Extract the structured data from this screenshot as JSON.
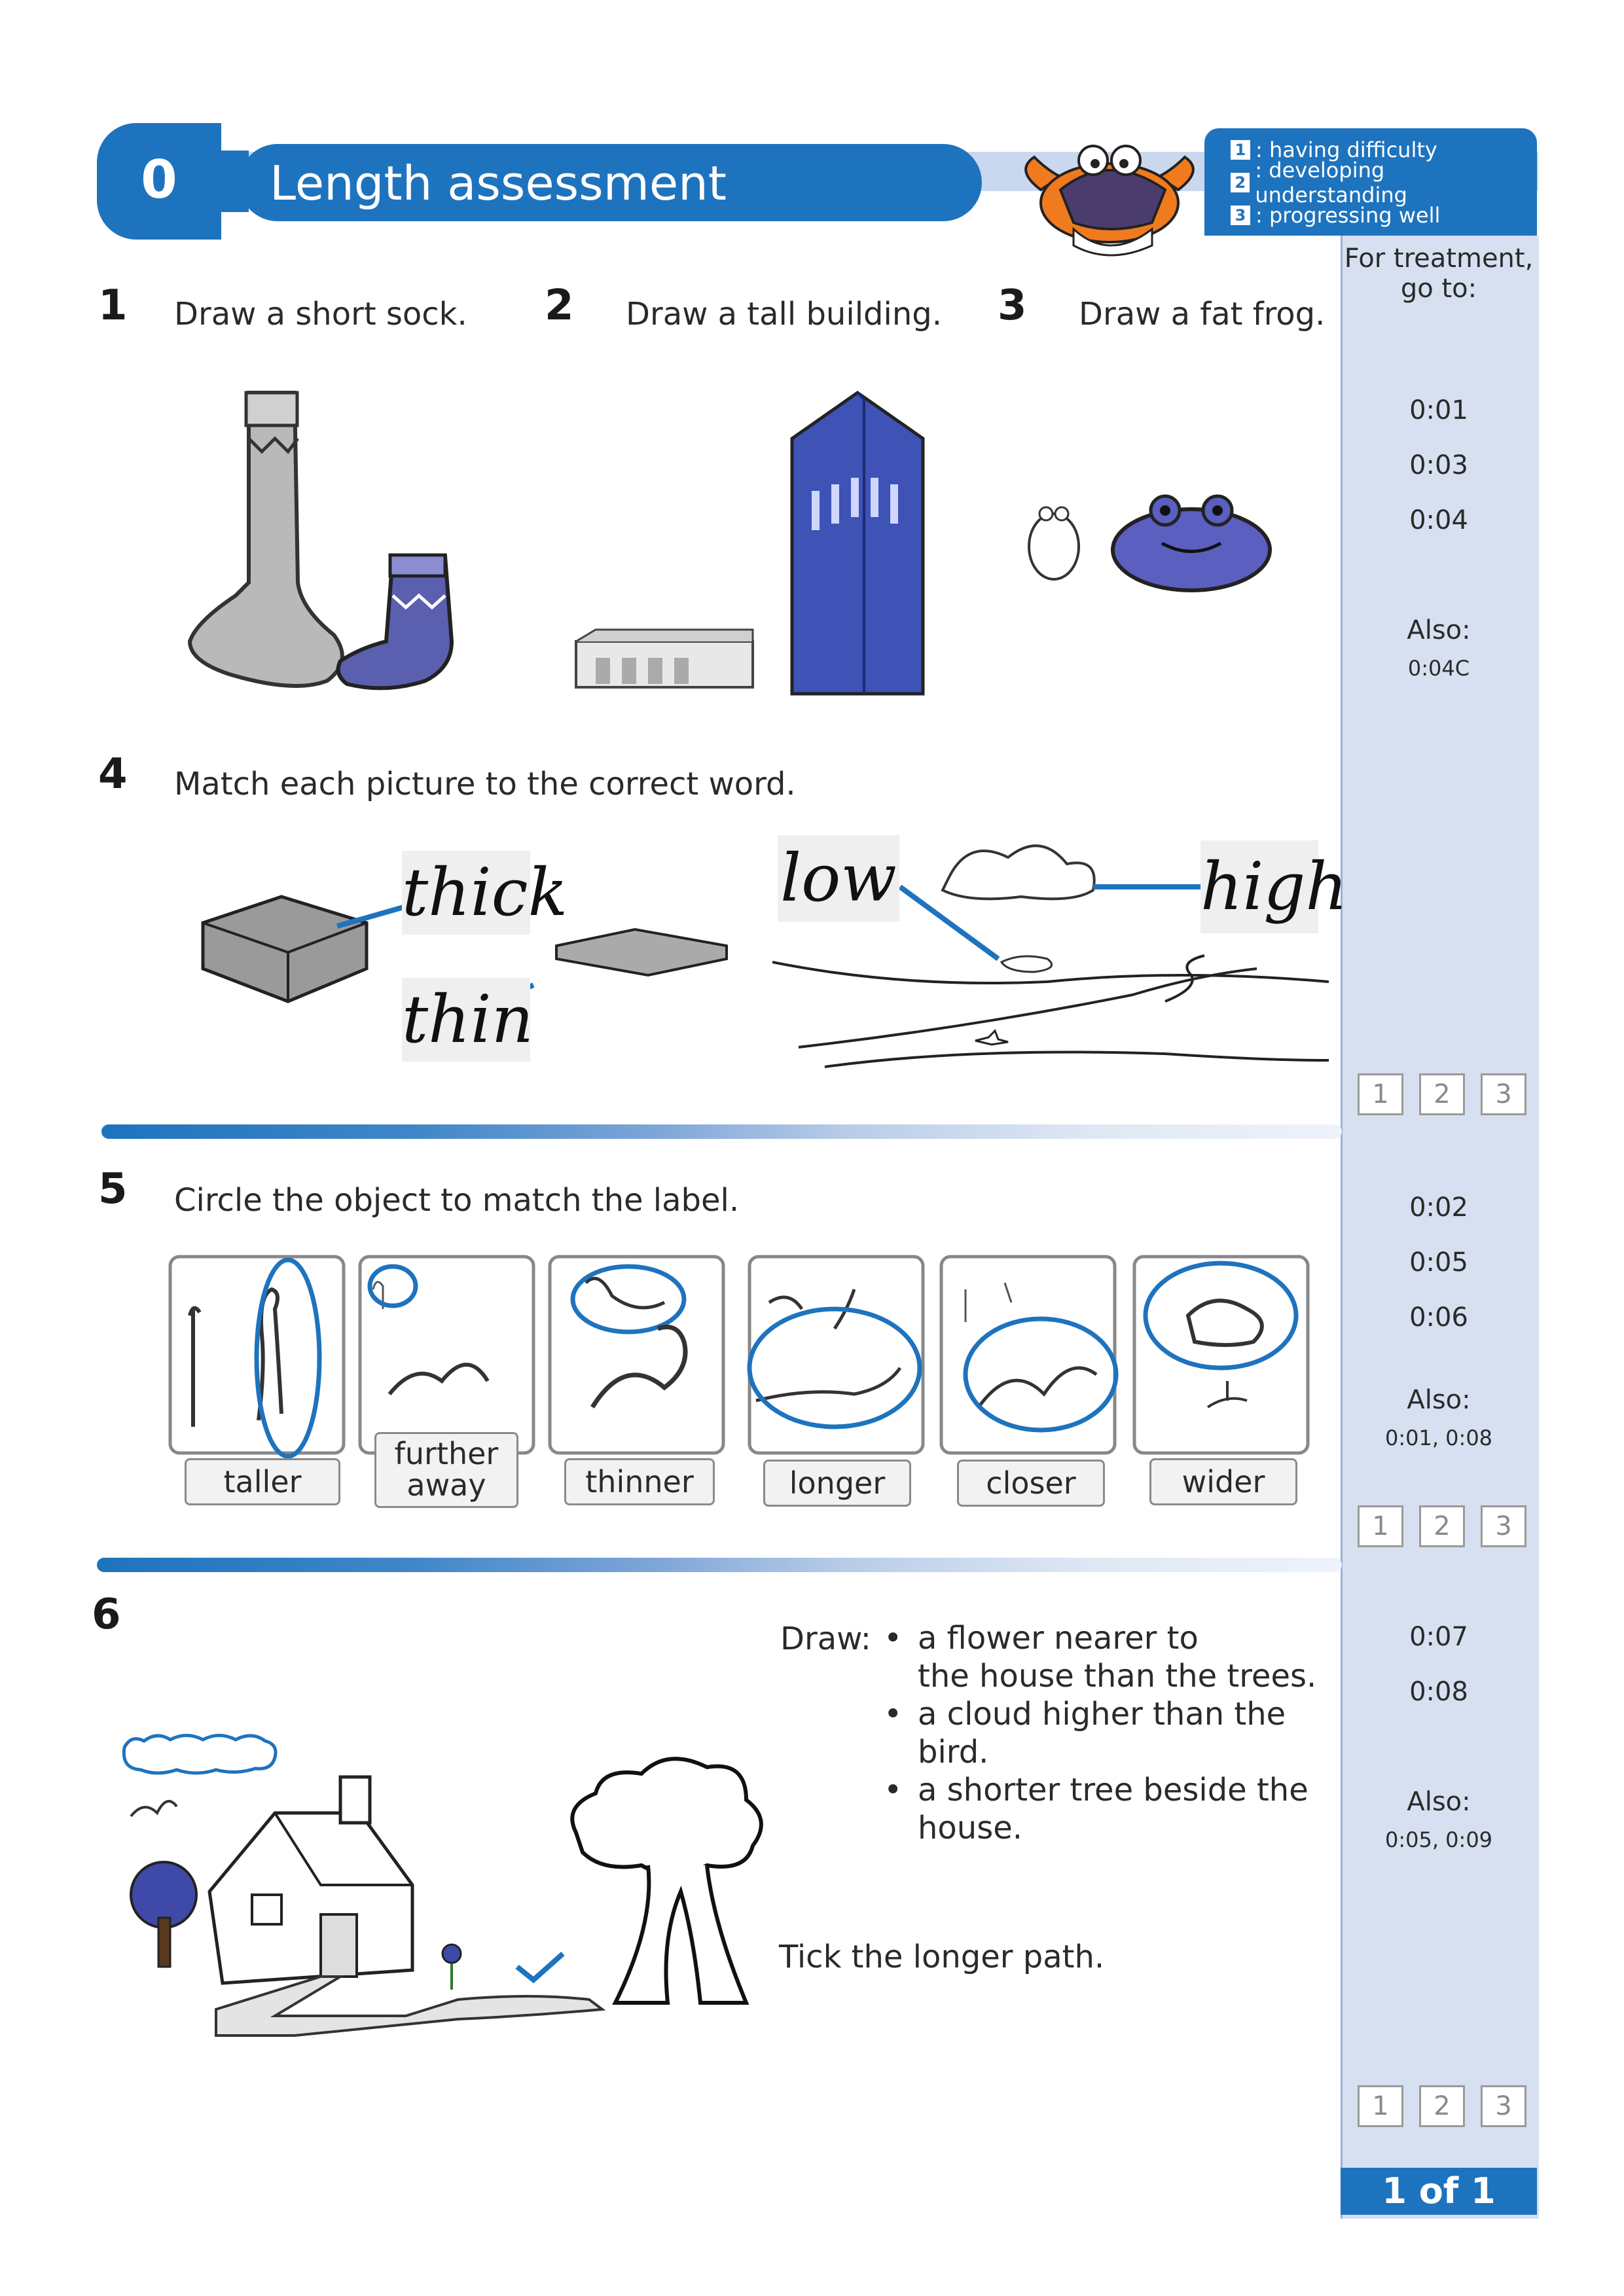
{
  "header": {
    "number": "0",
    "title": "Length assessment"
  },
  "legend": [
    {
      "n": "1",
      "label": ": having difficulty"
    },
    {
      "n": "2",
      "label": ": developing understanding"
    },
    {
      "n": "3",
      "label": ": progressing well"
    }
  ],
  "sidebar": {
    "heading": "For treatment,\ngo to:",
    "section1": {
      "codes": [
        "0:01",
        "0:03",
        "0:04"
      ],
      "also_label": "Also:",
      "also": "0:04C"
    },
    "section2": {
      "codes": [
        "0:02",
        "0:05",
        "0:06"
      ],
      "also_label": "Also:",
      "also": "0:01, 0:08"
    },
    "section3": {
      "codes": [
        "0:07",
        "0:08"
      ],
      "also_label": "Also:",
      "also": "0:05, 0:09"
    },
    "rating": [
      "1",
      "2",
      "3"
    ],
    "page": "1 of 1"
  },
  "q1": {
    "num": "1",
    "text": "Draw a short sock."
  },
  "q2": {
    "num": "2",
    "text": "Draw a tall building."
  },
  "q3": {
    "num": "3",
    "text": "Draw a fat frog."
  },
  "q4": {
    "num": "4",
    "text": "Match each picture to the correct word.",
    "words": {
      "thick": "thick",
      "thin": "thin",
      "low": "low",
      "high": "high"
    }
  },
  "q5": {
    "num": "5",
    "text": "Circle the object to match the label.",
    "labels": [
      "taller",
      "further\naway",
      "thinner",
      "longer",
      "closer",
      "wider"
    ]
  },
  "q6": {
    "num": "6",
    "draw_label": "Draw:",
    "bullets": [
      "a flower nearer to\nthe house than the trees.",
      "a cloud higher than the\nbird.",
      "a shorter tree beside the\nhouse."
    ],
    "tick": "Tick the longer path."
  },
  "colors": {
    "brand_blue": "#1e73be",
    "sidebar_bg": "#d7e0f0",
    "fill_blue": "#4a4fb0"
  }
}
